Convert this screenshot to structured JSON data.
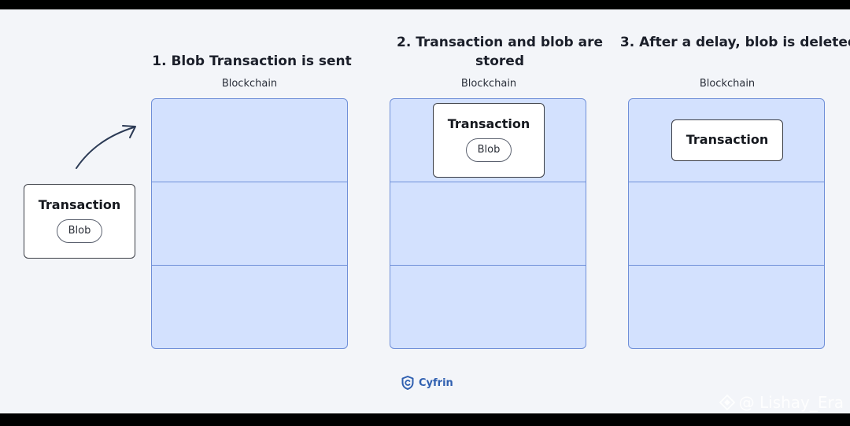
{
  "steps": [
    {
      "title": "1. Blob Transaction is sent",
      "chain_label": "Blockchain"
    },
    {
      "title": "2. Transaction and blob are stored",
      "chain_label": "Blockchain"
    },
    {
      "title": "3. After a delay, blob is deleted",
      "chain_label": "Blockchain"
    }
  ],
  "outside_tx": {
    "title": "Transaction",
    "blob": "Blob"
  },
  "stored_tx": {
    "title": "Transaction",
    "blob": "Blob"
  },
  "deleted_tx": {
    "title": "Transaction"
  },
  "brand": {
    "name": "Cyfrin",
    "icon": "shield-logo-icon"
  },
  "watermark": {
    "text": "@ Lishay_Era",
    "icon": "diamond-logo-icon"
  },
  "colors": {
    "block_fill": "#d3e1fe",
    "block_border": "#6f8fd8",
    "card_border": "#3a3d45",
    "brand": "#2f5fb0"
  }
}
